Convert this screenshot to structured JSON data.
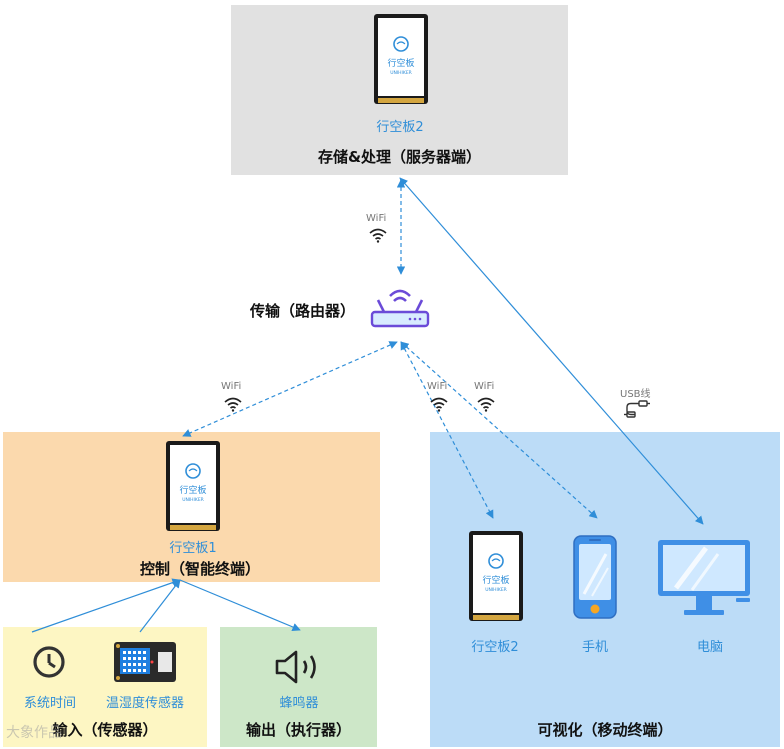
{
  "server": {
    "device_label": "行空板2",
    "title": "存储&处理（服务器端）"
  },
  "router": {
    "title": "传输（路由器）"
  },
  "control": {
    "device_label": "行空板1",
    "title": "控制（智能终端）"
  },
  "input": {
    "title": "输入（传感器）",
    "items": [
      "系统时间",
      "温湿度传感器"
    ]
  },
  "output": {
    "title": "输出（执行器）",
    "items": [
      "蜂鸣器"
    ]
  },
  "visual": {
    "title": "可视化（移动终端）",
    "items": [
      "行空板2",
      "手机",
      "电脑"
    ]
  },
  "links": {
    "wifi_label": "WiFi",
    "usb_label": "USB线"
  },
  "board_text": {
    "cn": "行空板",
    "en": "UNIHIKER"
  },
  "watermark": "大象作品",
  "colors": {
    "server_bg": "#e1e1e1",
    "control_bg": "#fbd9ad",
    "input_bg": "#fdf6c3",
    "output_bg": "#cde7c8",
    "visual_bg": "#bcdcf7",
    "accent": "#2f8ed8",
    "router_purple": "#6b4bd8"
  }
}
